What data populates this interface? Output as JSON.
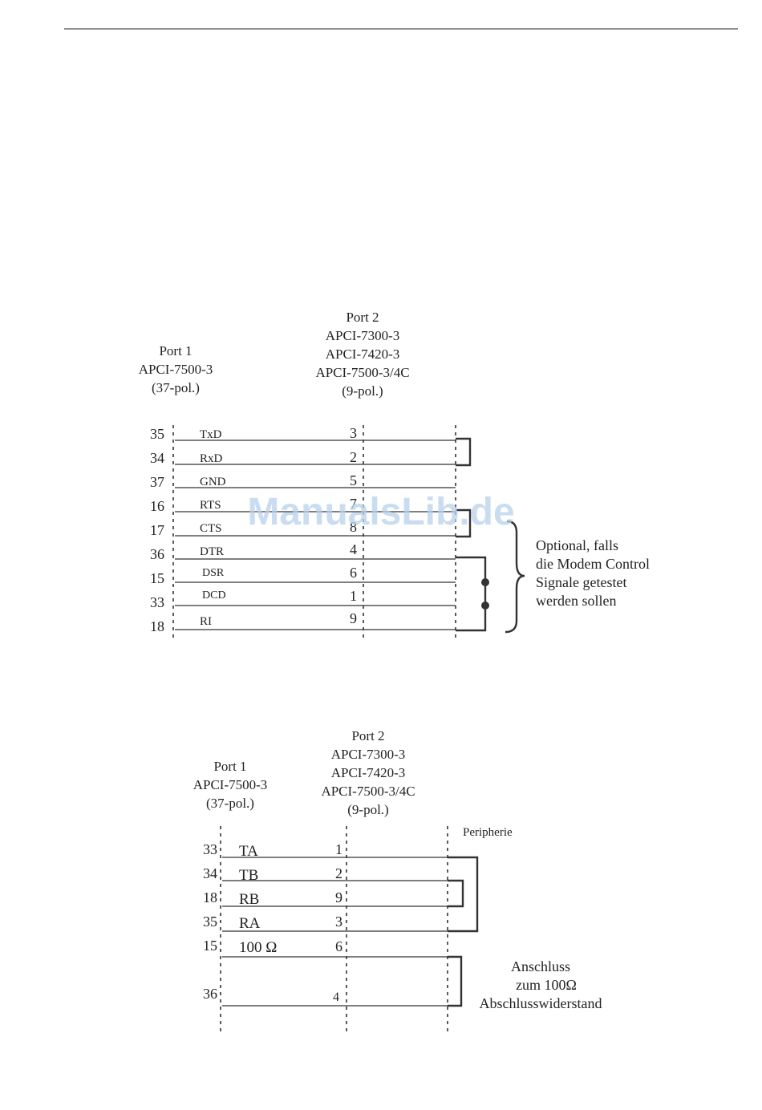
{
  "watermark": "ManualsLib.de",
  "diagram1": {
    "port1": {
      "line1": "Port 1",
      "line2": "APCI-7500-3",
      "line3": "(37-pol.)"
    },
    "port2": {
      "line1": "Port 2",
      "line2": "APCI-7300-3",
      "line3": "APCI-7420-3",
      "line4": "APCI-7500-3/4C",
      "line5": "(9-pol.)"
    },
    "rows": [
      {
        "pin1": "35",
        "signal": "TxD",
        "pin2": "3"
      },
      {
        "pin1": "34",
        "signal": "RxD",
        "pin2": "2"
      },
      {
        "pin1": "37",
        "signal": "GND",
        "pin2": "5"
      },
      {
        "pin1": "16",
        "signal": "RTS",
        "pin2": "7"
      },
      {
        "pin1": "17",
        "signal": "CTS",
        "pin2": "8"
      },
      {
        "pin1": "36",
        "signal": "DTR",
        "pin2": "4"
      },
      {
        "pin1": "15",
        "signal": "DSR",
        "pin2": "6"
      },
      {
        "pin1": "33",
        "signal": "DCD",
        "pin2": "1"
      },
      {
        "pin1": "18",
        "signal": "RI",
        "pin2": "9"
      }
    ],
    "note": {
      "line1": "Optional, falls",
      "line2": "die Modem Control",
      "line3": "Signale getestet",
      "line4": "werden sollen"
    }
  },
  "diagram2": {
    "port1": {
      "line1": "Port 1",
      "line2": "APCI-7500-3",
      "line3": "(37-pol.)"
    },
    "port2": {
      "line1": "Port 2",
      "line2": "APCI-7300-3",
      "line3": "APCI-7420-3",
      "line4": "APCI-7500-3/4C",
      "line5": "(9-pol.)"
    },
    "peripherie": "Peripherie",
    "rows": [
      {
        "pin1": "33",
        "signal": "TA",
        "pin2": "1"
      },
      {
        "pin1": "34",
        "signal": "TB",
        "pin2": "2"
      },
      {
        "pin1": "18",
        "signal": "RB",
        "pin2": "9"
      },
      {
        "pin1": "35",
        "signal": "RA",
        "pin2": "3"
      },
      {
        "pin1": "15",
        "signal": "100 Ω",
        "pin2": "6"
      },
      {
        "pin1": "36",
        "signal": "",
        "pin2": "4"
      }
    ],
    "note": {
      "line1": "Anschluss",
      "line2": "zum 100Ω",
      "line3": "Abschlusswiderstand"
    }
  }
}
